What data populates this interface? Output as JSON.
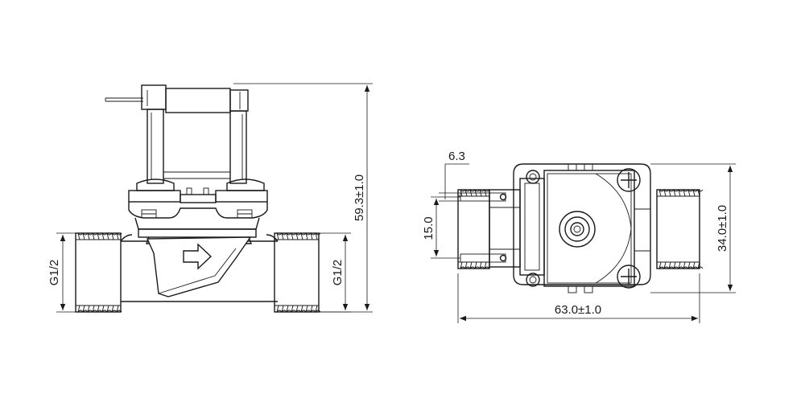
{
  "dimensions": {
    "height": "59.3±1.0",
    "thread_left": "G1/2",
    "thread_right": "G1/2",
    "terminal_width": "6.3",
    "terminal_pitch": "15.0",
    "body_width": "34.0±1.0",
    "overall_length": "63.0±1.0"
  }
}
